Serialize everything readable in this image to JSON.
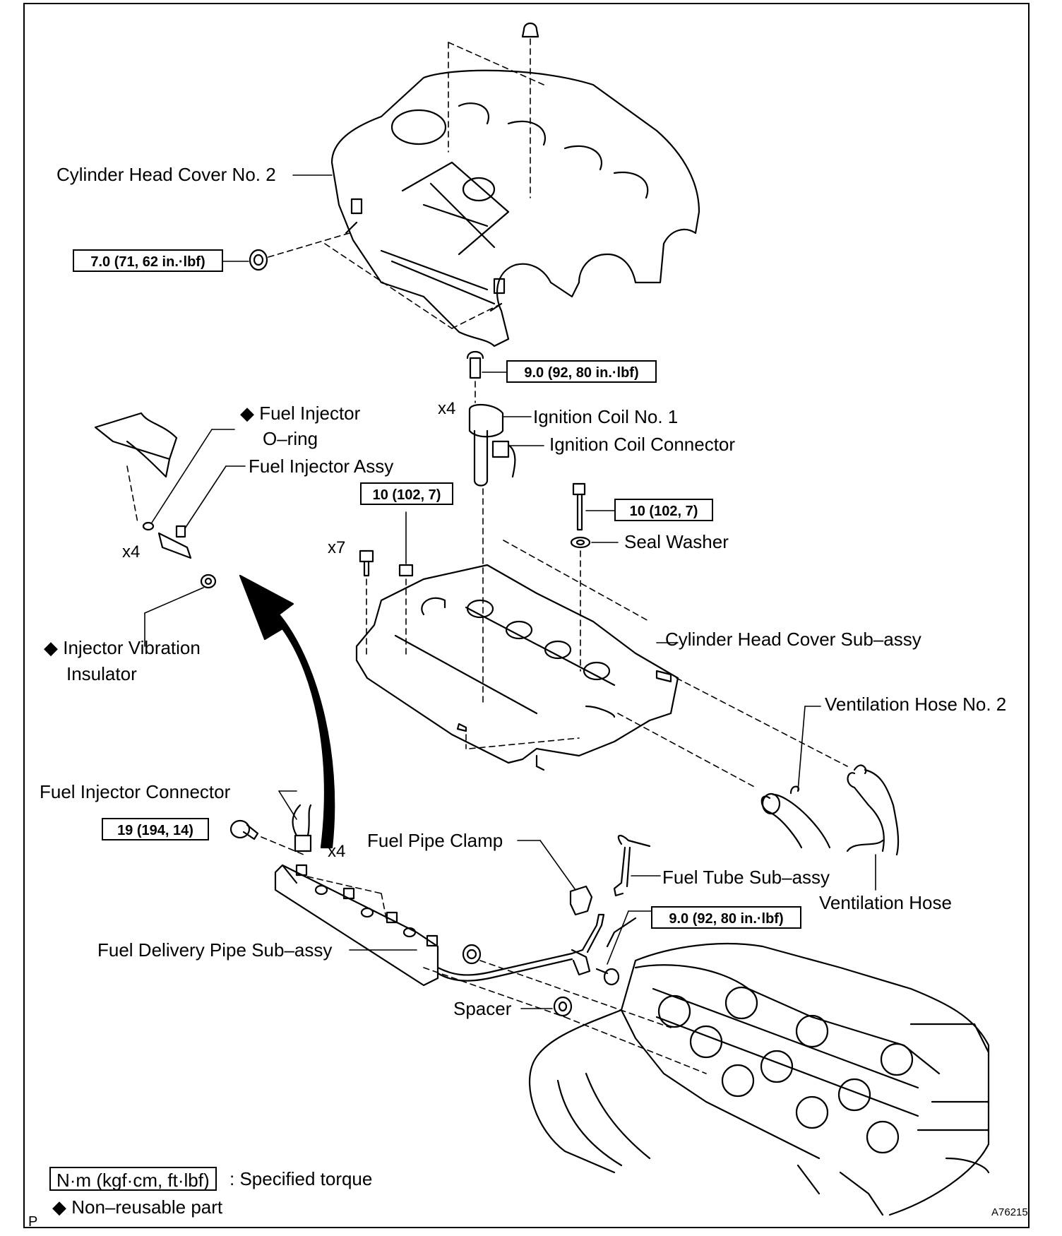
{
  "labels": {
    "cyl_head_cover_no2": "Cylinder Head Cover No. 2",
    "fuel_injector_oring_1": "◆ Fuel Injector",
    "fuel_injector_oring_2": "O–ring",
    "fuel_injector_assy": "Fuel Injector Assy",
    "ignition_coil": "Ignition Coil No. 1",
    "ignition_coil_connector": "Ignition Coil Connector",
    "seal_washer": "Seal Washer",
    "injector_vib_1": "◆ Injector Vibration",
    "injector_vib_2": "Insulator",
    "cyl_head_cover_subassy": "Cylinder Head Cover Sub–assy",
    "vent_hose_no2": "Ventilation Hose No. 2",
    "fuel_injector_connector": "Fuel Injector Connector",
    "fuel_pipe_clamp": "Fuel Pipe Clamp",
    "fuel_tube_subassy": "Fuel Tube Sub–assy",
    "ventilation_hose": "Ventilation Hose",
    "fuel_delivery_pipe": "Fuel Delivery Pipe Sub–assy",
    "spacer": "Spacer"
  },
  "torques": {
    "t_cover_nut": "7.0 (71, 62 in.·lbf)",
    "t_coil_bolt": "9.0 (92, 80 in.·lbf)",
    "t_head_cover_bolt": "10 (102, 7)",
    "t_seal_washer_bolt": "10 (102, 7)",
    "t_delivery_bolt": "19 (194, 14)",
    "t_fuel_tube_bolt": "9.0 (92, 80 in.·lbf)"
  },
  "quantities": {
    "coil_qty": "x4",
    "injector_qty": "x4",
    "bolt_qty": "x7",
    "connector_qty": "x4"
  },
  "legend": {
    "torque_box": "N·m (kgf·cm, ft·lbf)",
    "torque_text": ": Specified torque",
    "nonreusable": "◆ Non–reusable part"
  },
  "footer": {
    "page_mark": "P",
    "figure_id": "A76215"
  }
}
